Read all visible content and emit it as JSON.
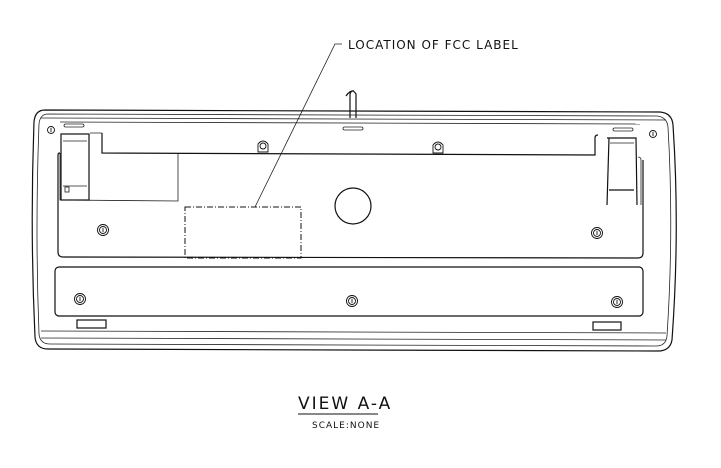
{
  "callout": {
    "text": "LOCATION OF FCC LABEL"
  },
  "view": {
    "title": "VIEW A-A",
    "scale": "SCALE:NONE"
  },
  "colors": {
    "ink": "#111111",
    "paper": "#ffffff"
  }
}
